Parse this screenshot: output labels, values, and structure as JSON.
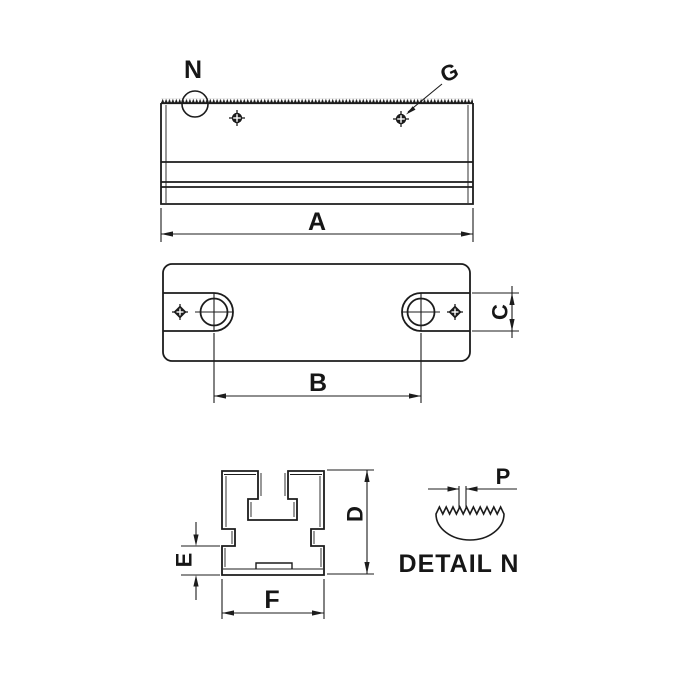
{
  "drawing": {
    "labels": {
      "detail_marker": "N",
      "hole_callout": "G",
      "dim_overall_width": "A",
      "dim_hole_spacing": "B",
      "dim_slot_height": "C",
      "dim_section_height": "D",
      "dim_lip_height": "E",
      "dim_section_width": "F",
      "dim_serration_pitch": "P",
      "detail_title": "DETAIL N"
    },
    "colors": {
      "line": "#1c1c1c",
      "background": "#ffffff"
    }
  }
}
